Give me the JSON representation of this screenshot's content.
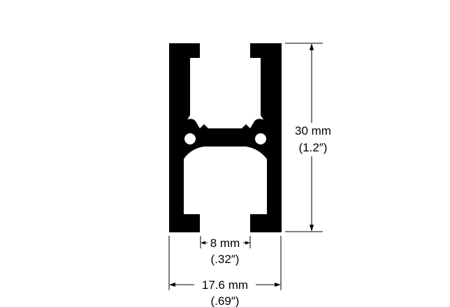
{
  "dimensions": {
    "height": {
      "metric": "30 mm",
      "imperial": "(1.2″)"
    },
    "slot_width": {
      "metric": "8 mm",
      "imperial": "(.32″)"
    },
    "overall_width": {
      "metric": "17.6 mm",
      "imperial": "(.69″)"
    }
  },
  "colors": {
    "profile": "#000000",
    "background": "#ffffff",
    "line": "#000000"
  }
}
